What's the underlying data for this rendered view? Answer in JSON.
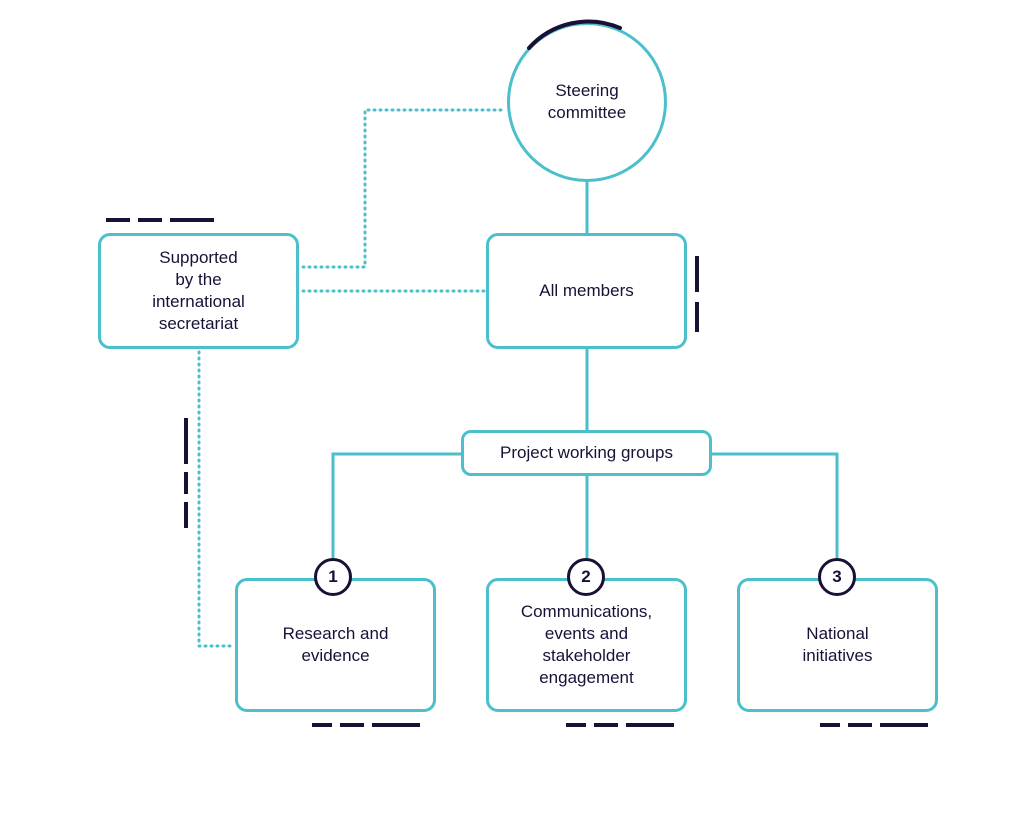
{
  "diagram": {
    "steering": "Steering\ncommittee",
    "all_members": "All members",
    "support": "Supported\nby the\ninternational\nsecretariat",
    "working_groups": "Project working groups",
    "groups": [
      {
        "number": "1",
        "label": "Research and\nevidence"
      },
      {
        "number": "2",
        "label": "Communications,\nevents and\nstakeholder\nengagement"
      },
      {
        "number": "3",
        "label": "National\ninitiatives"
      }
    ],
    "colors": {
      "line": "#4bbfcc",
      "accent": "#1a1036",
      "text": "#1a1036"
    }
  }
}
